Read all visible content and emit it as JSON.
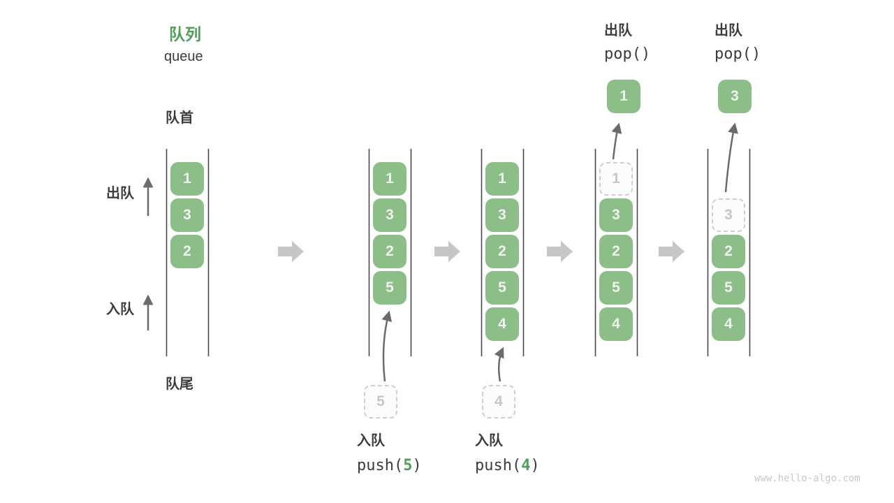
{
  "title": {
    "zh": "队列",
    "en": "queue"
  },
  "side_labels": {
    "front": "队首",
    "rear": "队尾",
    "dequeue": "出队",
    "enqueue": "入队"
  },
  "colors": {
    "box_green": "#8cbe88",
    "accent_green": "#4da156",
    "ink": "#3c3c3c",
    "container_line": "#4a4a4a",
    "thin_arrow": "#6b6b6b",
    "block_arrow": "#c6c6c6",
    "ghost": "#cfcfcf"
  },
  "states": [
    {
      "boxes": [
        "1",
        "3",
        "2"
      ]
    },
    {
      "boxes": [
        "1",
        "3",
        "2",
        "5"
      ],
      "pending": "5",
      "op_label": "入队",
      "op_fn": "push(",
      "op_arg": "5",
      "op_close": ")"
    },
    {
      "boxes": [
        "1",
        "3",
        "2",
        "5",
        "4"
      ],
      "pending": "4",
      "op_label": "入队",
      "op_fn": "push(",
      "op_arg": "4",
      "op_close": ")"
    },
    {
      "ghost": "1",
      "boxes": [
        "3",
        "2",
        "5",
        "4"
      ],
      "popped": "1",
      "op_label": "出队",
      "op_code": "pop()"
    },
    {
      "ghost": "3",
      "boxes": [
        "2",
        "5",
        "4"
      ],
      "popped": "3",
      "op_label": "出队",
      "op_code": "pop()"
    }
  ],
  "watermark": "www.hello-algo.com"
}
